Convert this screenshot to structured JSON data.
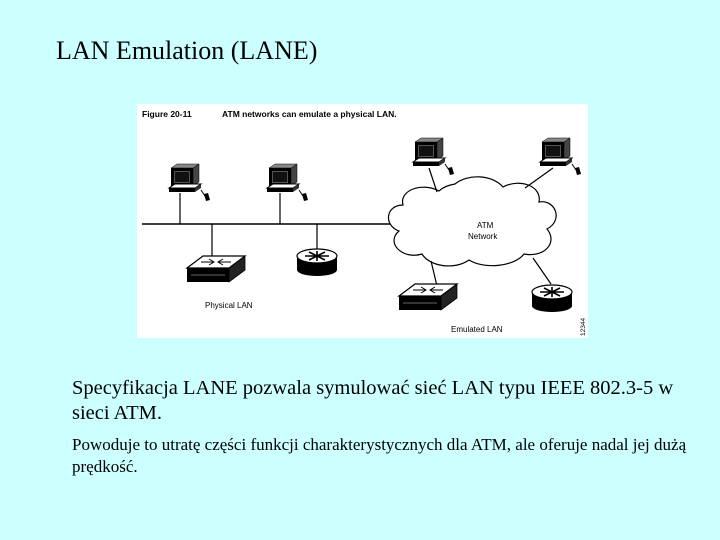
{
  "slide": {
    "title": "LAN Emulation (LANE)",
    "paragraph_1": "Specyfikacja LANE pozwala symulować sieć LAN typu IEEE 802.3-5 w sieci ATM.",
    "paragraph_2": "Powoduje to utratę części funkcji charakterystycznych dla ATM, ale oferuje nadal jej dużą prędkość."
  },
  "figure": {
    "number": "Figure 20-11",
    "caption": "ATM networks can emulate a physical LAN.",
    "labels": {
      "physical_lan": "Physical LAN",
      "emulated_lan": "Emulated LAN",
      "atm_network_line1": "ATM",
      "atm_network_line2": "Network",
      "figure_id": "12344"
    }
  },
  "colors": {
    "background": "#ccffff",
    "figure_background": "#ffffff",
    "ink": "#000000"
  }
}
